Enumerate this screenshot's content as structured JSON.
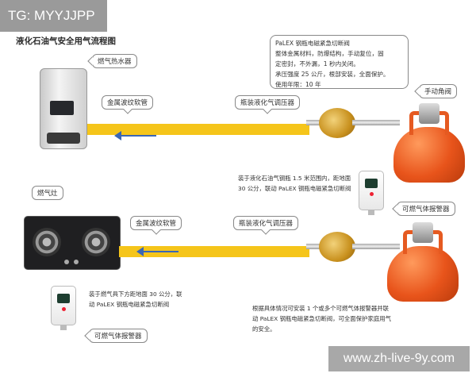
{
  "watermarks": {
    "top_left": "TG: MYYJJPP",
    "bottom_right": "www.zh-live-9y.com"
  },
  "title": "液化石油气安全用气流程图",
  "top_section": {
    "heater_label": "燃气热水器",
    "hose_label": "金属波纹软管",
    "regulator_label": "瓶装液化气调压器",
    "angle_valve_label": "手动角阀",
    "info_box": {
      "lines": [
        "PaLEX 钢瓶电磁紧急切断阀",
        "整体金属材料，防爆结构，手动复位，固",
        "定密封，不外漏，1 秒内关闭。",
        "承压强度 25 公斤，根部安装，全面保护。",
        "使用年限：10 年"
      ]
    },
    "note_lines": [
      "装于液化石油气钢瓶 1.5 米范围内，距地面",
      "30 公分，联动 PaLEX 钢瓶电磁紧急切断阀"
    ],
    "alarm_label": "可燃气体报警器"
  },
  "bottom_section": {
    "stove_label": "燃气灶",
    "hose_label": "金属波纹软管",
    "regulator_label": "瓶装液化气调压器",
    "note_lines": [
      "装于燃气具下方距地面 30 公分，联",
      "动 PaLEX 钢瓶电磁紧急切断阀"
    ],
    "alarm_label": "可燃气体报警器",
    "summary_lines": [
      "根据具体情况可安装 1 个或多个可燃气体报警器并联",
      "动 PaLEX 钢瓶电磁紧急切断阀，可全面保护家庭用气",
      "的安全。"
    ]
  },
  "colors": {
    "hose": "#f5c51a",
    "flow_arrow": "#3a66b5",
    "tank": "#e8541b",
    "watermark_bg": "#9a9a9a"
  },
  "icons": [
    "water-heater-icon",
    "gas-stove-icon",
    "regulator-icon",
    "gas-cylinder-icon",
    "gas-alarm-icon",
    "flow-arrow-icon"
  ]
}
